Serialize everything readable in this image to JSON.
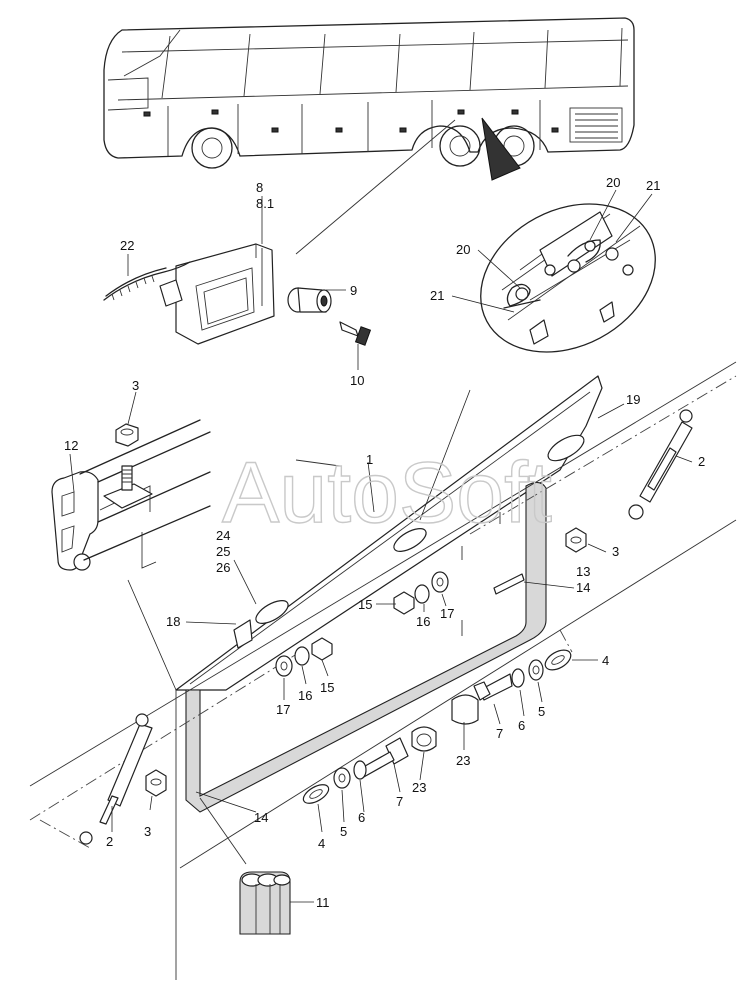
{
  "watermark": "AutoSoft",
  "callouts": [
    {
      "id": "c-8",
      "text": "8"
    },
    {
      "id": "c-8-1",
      "text": "8.1"
    },
    {
      "id": "c-22",
      "text": "22"
    },
    {
      "id": "c-9",
      "text": "9"
    },
    {
      "id": "c-10",
      "text": "10"
    },
    {
      "id": "c-20a",
      "text": "20"
    },
    {
      "id": "c-21a",
      "text": "21"
    },
    {
      "id": "c-20b",
      "text": "20"
    },
    {
      "id": "c-21b",
      "text": "21"
    },
    {
      "id": "c-3a",
      "text": "3"
    },
    {
      "id": "c-12",
      "text": "12"
    },
    {
      "id": "c-19",
      "text": "19"
    },
    {
      "id": "c-1",
      "text": "1"
    },
    {
      "id": "c-2a",
      "text": "2"
    },
    {
      "id": "c-3b",
      "text": "3"
    },
    {
      "id": "c-24",
      "text": "24"
    },
    {
      "id": "c-25",
      "text": "25"
    },
    {
      "id": "c-26",
      "text": "26"
    },
    {
      "id": "c-13",
      "text": "13"
    },
    {
      "id": "c-14a",
      "text": "14"
    },
    {
      "id": "c-15a",
      "text": "15"
    },
    {
      "id": "c-16a",
      "text": "16"
    },
    {
      "id": "c-17a",
      "text": "17"
    },
    {
      "id": "c-18",
      "text": "18"
    },
    {
      "id": "c-4a",
      "text": "4"
    },
    {
      "id": "c-17b",
      "text": "17"
    },
    {
      "id": "c-16b",
      "text": "16"
    },
    {
      "id": "c-15b",
      "text": "15"
    },
    {
      "id": "c-7a",
      "text": "7"
    },
    {
      "id": "c-6a",
      "text": "6"
    },
    {
      "id": "c-5a",
      "text": "5"
    },
    {
      "id": "c-23a",
      "text": "23"
    },
    {
      "id": "c-23b",
      "text": "23"
    },
    {
      "id": "c-7b",
      "text": "7"
    },
    {
      "id": "c-6b",
      "text": "6"
    },
    {
      "id": "c-5b",
      "text": "5"
    },
    {
      "id": "c-4b",
      "text": "4"
    },
    {
      "id": "c-3c",
      "text": "3"
    },
    {
      "id": "c-2b",
      "text": "2"
    },
    {
      "id": "c-14b",
      "text": "14"
    },
    {
      "id": "c-11",
      "text": "11"
    }
  ]
}
